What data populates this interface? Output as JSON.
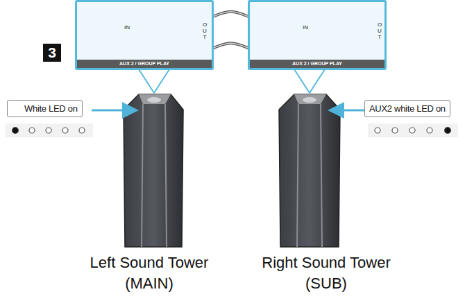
{
  "diagram": {
    "nodes": [
      {
        "text": [
          "IN",
          "OUT",
          "AUX 2 / GROUP PLAY"
        ]
      },
      {
        "text": [
          "IN",
          "OUT",
          "AUX 2 / GROUP PLAY"
        ]
      },
      {
        "text": [
          "White LED on"
        ]
      },
      {
        "text": [
          "AUX2 white LED on"
        ]
      }
    ],
    "edges": [
      {
        "from": 0,
        "to": 1,
        "arrow": "none"
      },
      {
        "from": 0,
        "to": 1,
        "arrow": "none"
      }
    ],
    "labels": [
      "3",
      "Left Sound Tower",
      "(MAIN)",
      "Right Sound Tower",
      "(SUB)"
    ]
  }
}
